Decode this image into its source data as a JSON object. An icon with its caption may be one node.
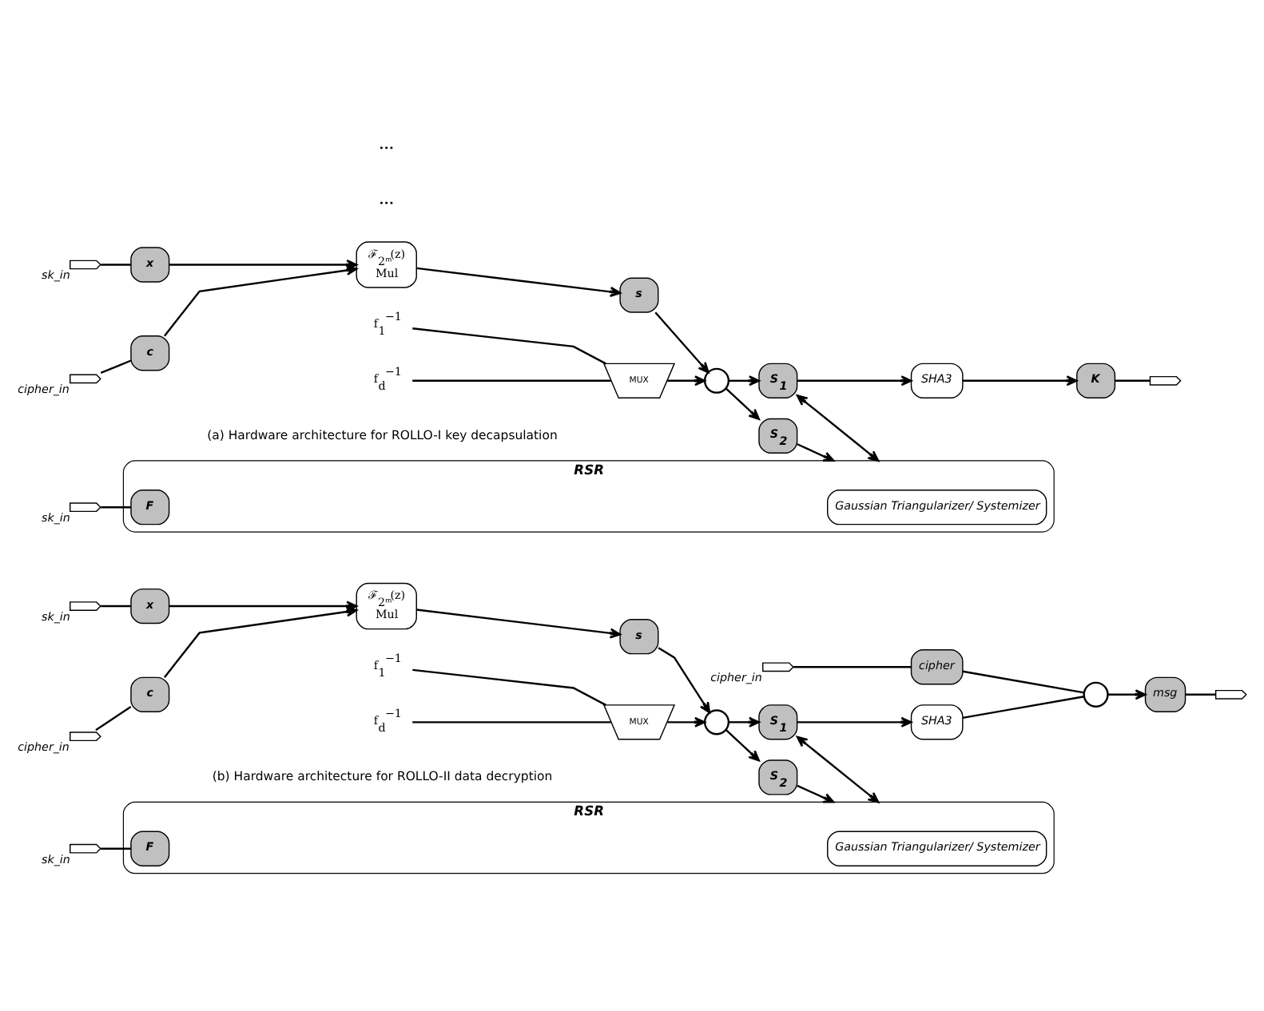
{
  "diagram": {
    "nodes": [
      {
        "text": [],
        "shape": "port",
        "beside": [
          "sk_in"
        ]
      },
      {
        "text": [
          "x"
        ]
      },
      {
        "text": [],
        "shape": "port",
        "beside": [
          "cipher_in"
        ]
      },
      {
        "text": [
          "c"
        ]
      },
      {
        "text": [
          "ℱ$_{2ᵐ}$(z)",
          "Mul"
        ]
      },
      {
        "text": [
          "s"
        ]
      },
      {
        "text": [
          "f$_{1}$$^{−1}$"
        ]
      },
      {
        "text": [
          "f$_{d}$$^{−1}$"
        ]
      },
      {
        "text": [
          "MUX"
        ]
      },
      {
        "text": [],
        "shape": "circle"
      },
      {
        "text": [
          "S$_{1}$"
        ]
      },
      {
        "text": [
          "S$_{2}$"
        ]
      },
      {
        "text": [
          "SHA3"
        ]
      },
      {
        "text": [
          "K"
        ]
      },
      {
        "text": [],
        "shape": "port"
      },
      {
        "text": [
          "RSR"
        ]
      },
      {
        "text": [
          "Gaussian Triangularizer/ Systemizer"
        ],
        "in": 15
      },
      {
        "text": [
          "F"
        ],
        "in": 15
      },
      {
        "text": [],
        "shape": "port",
        "beside": [
          "sk_in"
        ]
      },
      {
        "text": [],
        "shape": "port",
        "beside": [
          "sk_in"
        ]
      },
      {
        "text": [
          "x"
        ]
      },
      {
        "text": [],
        "shape": "port",
        "beside": [
          "cipher_in"
        ]
      },
      {
        "text": [
          "c"
        ]
      },
      {
        "text": [
          "ℱ$_{2ᵐ}$(z)",
          "Mul"
        ]
      },
      {
        "text": [
          "s"
        ]
      },
      {
        "text": [
          "f$_{1}$$^{−1}$"
        ]
      },
      {
        "text": [
          "f$_{d}$$^{−1}$"
        ]
      },
      {
        "text": [
          "MUX"
        ]
      },
      {
        "text": [],
        "shape": "circle"
      },
      {
        "text": [],
        "shape": "port",
        "beside": [
          "cipher_in"
        ]
      },
      {
        "text": [
          "cipher"
        ]
      },
      {
        "text": [
          "S$_{1}$"
        ]
      },
      {
        "text": [
          "S$_{2}$"
        ]
      },
      {
        "text": [
          "SHA3"
        ]
      },
      {
        "text": [],
        "shape": "circle"
      },
      {
        "text": [
          "msg"
        ]
      },
      {
        "text": [],
        "shape": "port"
      },
      {
        "text": [
          "RSR"
        ]
      },
      {
        "text": [
          "Gaussian Triangularizer/ Systemizer"
        ],
        "in": 37
      },
      {
        "text": [
          "F"
        ],
        "in": 37
      },
      {
        "text": [],
        "shape": "port",
        "beside": [
          "sk_in"
        ]
      }
    ],
    "edges": [
      {
        "from": 0,
        "to": 1,
        "arrow": "none"
      },
      {
        "from": 2,
        "to": 3,
        "arrow": "none"
      },
      {
        "from": 1,
        "to": 4,
        "arrow": "to"
      },
      {
        "from": 3,
        "to": 4,
        "arrow": "to"
      },
      {
        "from": 4,
        "to": 5,
        "arrow": "to"
      },
      {
        "from": 5,
        "to": 9,
        "arrow": "to"
      },
      {
        "from": 6,
        "to": 8,
        "arrow": "none"
      },
      {
        "from": 7,
        "to": 8,
        "arrow": "none"
      },
      {
        "from": 8,
        "to": 9,
        "arrow": "to"
      },
      {
        "from": 9,
        "to": 10,
        "arrow": "to"
      },
      {
        "from": 9,
        "to": 11,
        "arrow": "to"
      },
      {
        "from": 10,
        "to": 12,
        "arrow": "to"
      },
      {
        "from": 12,
        "to": 13,
        "arrow": "to"
      },
      {
        "from": 13,
        "to": 14,
        "arrow": "none"
      },
      {
        "from": 10,
        "to": 15,
        "arrow": "both"
      },
      {
        "from": 11,
        "to": 15,
        "arrow": "to"
      },
      {
        "from": 18,
        "to": 17,
        "arrow": "none"
      },
      {
        "from": 19,
        "to": 20,
        "arrow": "none"
      },
      {
        "from": 21,
        "to": 22,
        "arrow": "none"
      },
      {
        "from": 20,
        "to": 23,
        "arrow": "to"
      },
      {
        "from": 22,
        "to": 23,
        "arrow": "to"
      },
      {
        "from": 23,
        "to": 24,
        "arrow": "to"
      },
      {
        "from": 24,
        "to": 28,
        "arrow": "to"
      },
      {
        "from": 25,
        "to": 27,
        "arrow": "none"
      },
      {
        "from": 26,
        "to": 27,
        "arrow": "none"
      },
      {
        "from": 27,
        "to": 28,
        "arrow": "to"
      },
      {
        "from": 28,
        "to": 31,
        "arrow": "to"
      },
      {
        "from": 28,
        "to": 32,
        "arrow": "to"
      },
      {
        "from": 29,
        "to": 30,
        "arrow": "none"
      },
      {
        "from": 31,
        "to": 33,
        "arrow": "to"
      },
      {
        "from": 30,
        "to": 34,
        "arrow": "none"
      },
      {
        "from": 33,
        "to": 34,
        "arrow": "none"
      },
      {
        "from": 34,
        "to": 35,
        "arrow": "to"
      },
      {
        "from": 35,
        "to": 36,
        "arrow": "none"
      },
      {
        "from": 31,
        "to": 37,
        "arrow": "both"
      },
      {
        "from": 32,
        "to": 37,
        "arrow": "to"
      },
      {
        "from": 40,
        "to": 39,
        "arrow": "none"
      }
    ],
    "labels": [
      "•••",
      "(a) Hardware architecture for ROLLO-I key decapsulation",
      "•••",
      "(b) Hardware architecture for ROLLO-II data decryption"
    ]
  }
}
